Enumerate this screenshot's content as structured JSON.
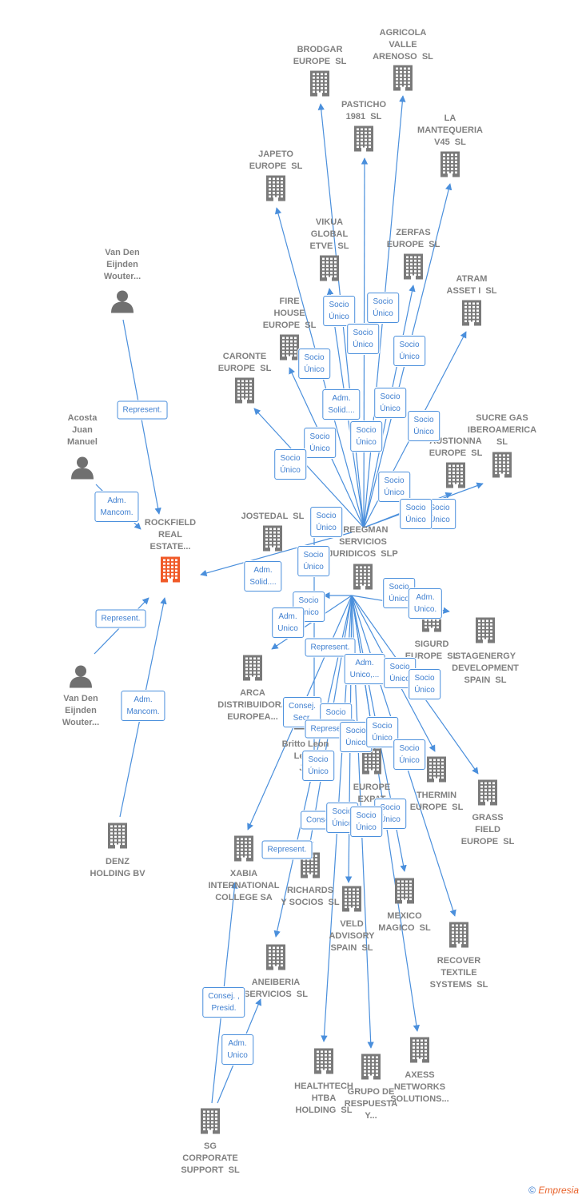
{
  "colors": {
    "edge": "#4a8fdc",
    "company": "#7a7a7a",
    "focus_company": "#f05a28",
    "person": "#707070",
    "relation_text": "#3f7fd0"
  },
  "nodes": [
    {
      "id": "brodgar",
      "type": "company",
      "label": "BRODGAR\nEUROPE  SL"
    },
    {
      "id": "agricola",
      "type": "company",
      "label": "AGRICOLA\nVALLE\nARENOSO  SL"
    },
    {
      "id": "pasticho",
      "type": "company",
      "label": "PASTICHO\n1981  SL"
    },
    {
      "id": "mantequeria",
      "type": "company",
      "label": "LA\nMANTEQUERIA\nV45  SL"
    },
    {
      "id": "japeto",
      "type": "company",
      "label": "JAPETO\nEUROPE  SL"
    },
    {
      "id": "vikua",
      "type": "company",
      "label": "VIKUA\nGLOBAL\nETVE  SL"
    },
    {
      "id": "zerfas",
      "type": "company",
      "label": "ZERFAS\nEUROPE  SL"
    },
    {
      "id": "atram",
      "type": "company",
      "label": "ATRAM\nASSET I  SL"
    },
    {
      "id": "firehouse",
      "type": "company",
      "label": "FIRE\nHOUSE\nEUROPE  SL"
    },
    {
      "id": "caronte",
      "type": "company",
      "label": "CARONTE\nEUROPE  SL"
    },
    {
      "id": "sucregas",
      "type": "company",
      "label": "SUCRE GAS\nIBEROAMERICA\nSL"
    },
    {
      "id": "austionna",
      "type": "company",
      "label": "AUSTIONNA\nEUROPE  SL"
    },
    {
      "id": "jostedal",
      "type": "company",
      "label": "JOSTEDAL  SL"
    },
    {
      "id": "rockfield",
      "type": "company",
      "focus": true,
      "label": "ROCKFIELD\nREAL\nESTATE..."
    },
    {
      "id": "freegman",
      "type": "company",
      "label": "FREEGMAN\nSERVICIOS\nJURIDICOS  SLP"
    },
    {
      "id": "sigurd",
      "type": "company",
      "label": "SIGURD\nEUROPE  SL"
    },
    {
      "id": "stagenergy",
      "type": "company",
      "label": "STAGENERGY\nDEVELOPMENT\nSPAIN  SL"
    },
    {
      "id": "arca",
      "type": "company",
      "label": "ARCA\nDISTRIBUIDORA\nEUROPEA..."
    },
    {
      "id": "europeexpat",
      "type": "company",
      "label": "EUROPE\nEXPAT"
    },
    {
      "id": "thermin",
      "type": "company",
      "label": "THERMIN\nEUROPE  SL"
    },
    {
      "id": "grassfield",
      "type": "company",
      "label": "GRASS\nFIELD\nEUROPE  SL"
    },
    {
      "id": "xabia",
      "type": "company",
      "label": "XABIA\nINTERNATIONAL\nCOLLEGE SA"
    },
    {
      "id": "richards",
      "type": "company",
      "label": "RICHARDS\nY SOCIOS  SL"
    },
    {
      "id": "veld",
      "type": "company",
      "label": "VELD\nADVISORY\nSPAIN  SL"
    },
    {
      "id": "mexico",
      "type": "company",
      "label": "MEXICO\nMAGICO  SL"
    },
    {
      "id": "recover",
      "type": "company",
      "label": "RECOVER\nTEXTILE\nSYSTEMS  SL"
    },
    {
      "id": "aneiberia",
      "type": "company",
      "label": "ANEIBERIA\nSERVICIOS  SL"
    },
    {
      "id": "healthtech",
      "type": "company",
      "label": "HEALTHTECH\nHTBA\nHOLDING  SL"
    },
    {
      "id": "grupo",
      "type": "company",
      "label": "GRUPO DE\nRESPUESTA\nY..."
    },
    {
      "id": "axess",
      "type": "company",
      "label": "AXESS\nNETWORKS\nSOLUTIONS..."
    },
    {
      "id": "sgcorporate",
      "type": "company",
      "label": "SG\nCORPORATE\nSUPPORT  SL"
    },
    {
      "id": "denz",
      "type": "company",
      "label": "DENZ\nHOLDING BV"
    },
    {
      "id": "vandeneijnden1",
      "type": "person",
      "label": "Van Den\nEijnden\nWouter..."
    },
    {
      "id": "acosta",
      "type": "person",
      "label": "Acosta\nJuan\nManuel"
    },
    {
      "id": "vandeneijnden2",
      "type": "person",
      "label": "Van Den\nEijnden\nWouter..."
    },
    {
      "id": "britto",
      "type": "person",
      "label": "Britto Leon\nLeo...\nJ..."
    }
  ],
  "relations": [
    {
      "label": "Represent."
    },
    {
      "label": "Adm.\nMancom."
    },
    {
      "label": "Represent."
    },
    {
      "label": "Adm.\nMancom."
    },
    {
      "label": "Socio\nÚnico"
    },
    {
      "label": "Socio\nÚnico"
    },
    {
      "label": "Socio\nÚnico"
    },
    {
      "label": "Socio\nÚnico"
    },
    {
      "label": "Socio\nÚnico"
    },
    {
      "label": "Adm.\nSolid...."
    },
    {
      "label": "Socio\nÚnico"
    },
    {
      "label": "Socio\nÚnico"
    },
    {
      "label": "Socio\nÚnico"
    },
    {
      "label": "Socio\nÚnico"
    },
    {
      "label": "Socio\nÚnico"
    },
    {
      "label": "Socio\nÚnico"
    },
    {
      "label": "Socio\nÚnico"
    },
    {
      "label": "Socio\nÚnico"
    },
    {
      "label": "Socio\nÚnico"
    },
    {
      "label": "Socio\nÚnico"
    },
    {
      "label": "Adm.\nSolid...."
    },
    {
      "label": "Socio\nÚnico"
    },
    {
      "label": "Adm.\nUnico"
    },
    {
      "label": "Represent."
    },
    {
      "label": "Socio\nÚnico"
    },
    {
      "label": "Adm.\nUnico."
    },
    {
      "label": "Adm.\nUnico,..."
    },
    {
      "label": "Socio\nÚnico"
    },
    {
      "label": "Socio\nÚnico"
    },
    {
      "label": "Consej.\nSecr."
    },
    {
      "label": "Socio\nÚnico"
    },
    {
      "label": "Represent."
    },
    {
      "label": "Socio\nÚnico"
    },
    {
      "label": "Socio\nÚnico"
    },
    {
      "label": "Socio\nÚnico"
    },
    {
      "label": "Socio\nÚnico"
    },
    {
      "label": "Consej."
    },
    {
      "label": "Socio\nÚnico"
    },
    {
      "label": "Socio\nÚnico"
    },
    {
      "label": "Socio\nÚnico"
    },
    {
      "label": "Represent."
    },
    {
      "label": "Consej. ,\nPresid."
    },
    {
      "label": "Adm.\nUnico"
    }
  ],
  "footer": {
    "copyright": "©",
    "brand": "Empresia"
  }
}
